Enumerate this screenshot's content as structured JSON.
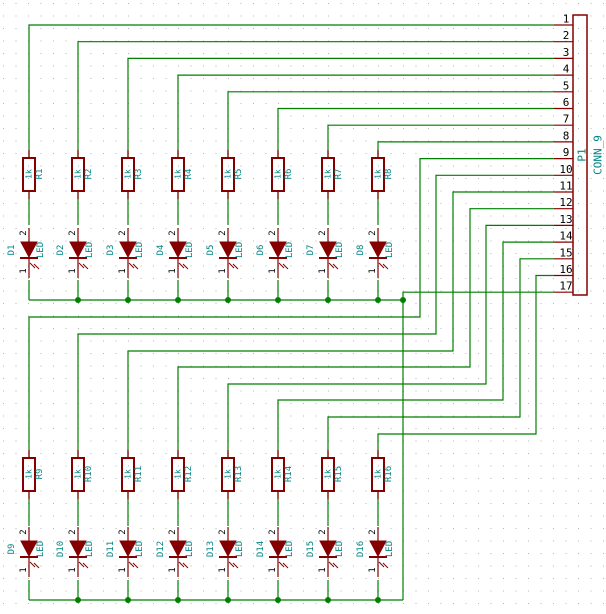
{
  "schematic": {
    "connector": {
      "ref": "P1",
      "value": "CONN_9",
      "pins": [
        "1",
        "2",
        "3",
        "4",
        "5",
        "6",
        "7",
        "8",
        "9",
        "10",
        "11",
        "12",
        "13",
        "14",
        "15",
        "16",
        "17"
      ]
    },
    "colors": {
      "wire": "#007f00",
      "part": "#840000",
      "label_pin": "#000000",
      "label_ref": "#008484",
      "grid_dot": "#b4b4b4",
      "junction": "#007f00",
      "led_fill": "#840000"
    },
    "resistor_value": "1k",
    "led_value": "LED",
    "led_pin_anode": "2",
    "led_pin_cathode": "1",
    "channels": [
      {
        "r": "R1",
        "d": "D1"
      },
      {
        "r": "R2",
        "d": "D2"
      },
      {
        "r": "R3",
        "d": "D3"
      },
      {
        "r": "R4",
        "d": "D4"
      },
      {
        "r": "R5",
        "d": "D5"
      },
      {
        "r": "R6",
        "d": "D6"
      },
      {
        "r": "R7",
        "d": "D7"
      },
      {
        "r": "R8",
        "d": "D8"
      },
      {
        "r": "R9",
        "d": "D9"
      },
      {
        "r": "R10",
        "d": "D10"
      },
      {
        "r": "R11",
        "d": "D11"
      },
      {
        "r": "R12",
        "d": "D12"
      },
      {
        "r": "R13",
        "d": "D13"
      },
      {
        "r": "R14",
        "d": "D14"
      },
      {
        "r": "R15",
        "d": "D15"
      },
      {
        "r": "R16",
        "d": "D16"
      }
    ]
  }
}
